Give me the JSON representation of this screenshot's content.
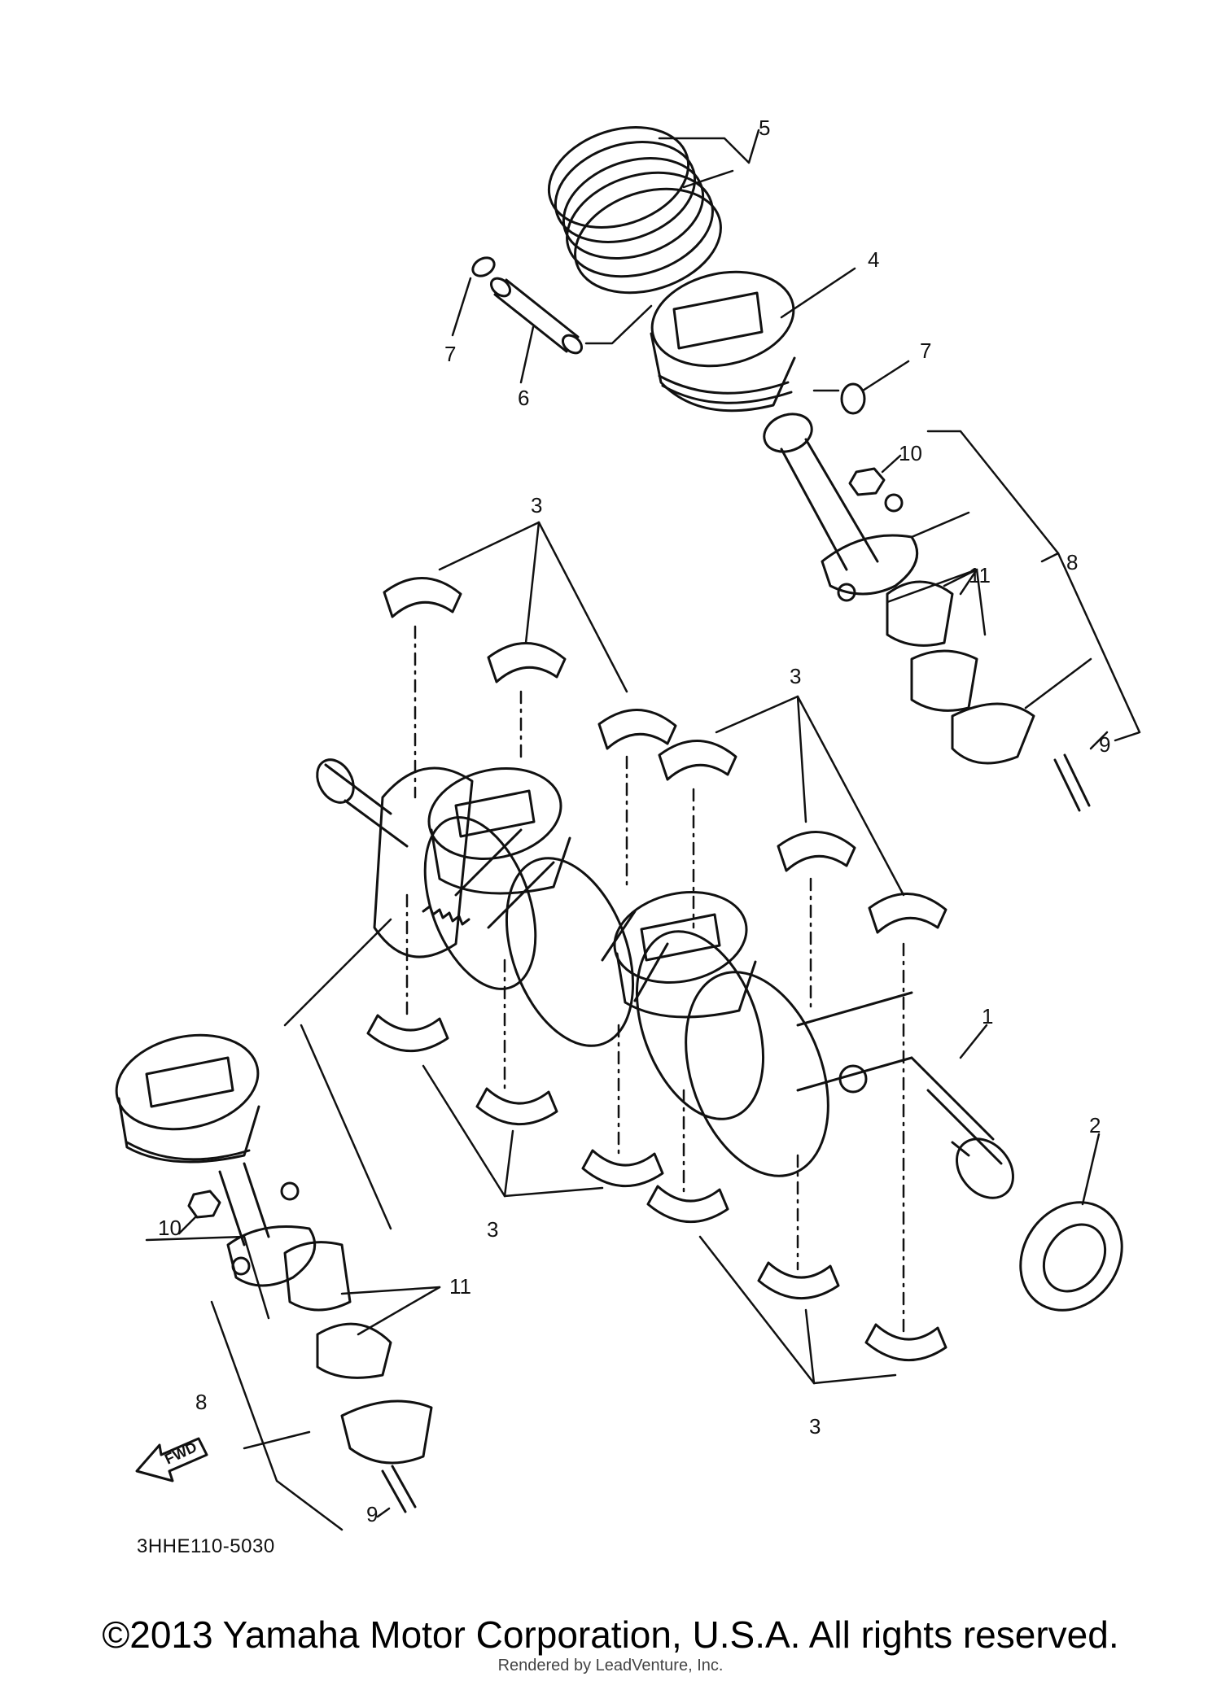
{
  "diagram": {
    "part_code": "3HHE110-5030",
    "copyright": "©2013 Yamaha Motor Corporation, U.S.A. All rights reserved.",
    "rendered_by": "Rendered by LeadVenture, Inc.",
    "fwd_label": "FWD",
    "callouts": {
      "c1": "1",
      "c2": "2",
      "c3a": "3",
      "c3b": "3",
      "c3c": "3",
      "c3d": "3",
      "c4": "4",
      "c5": "5",
      "c6": "6",
      "c7a": "7",
      "c7b": "7",
      "c8a": "8",
      "c8b": "8",
      "c9a": "9",
      "c9b": "9",
      "c10a": "10",
      "c10b": "10",
      "c11a": "11",
      "c11b": "11"
    }
  }
}
